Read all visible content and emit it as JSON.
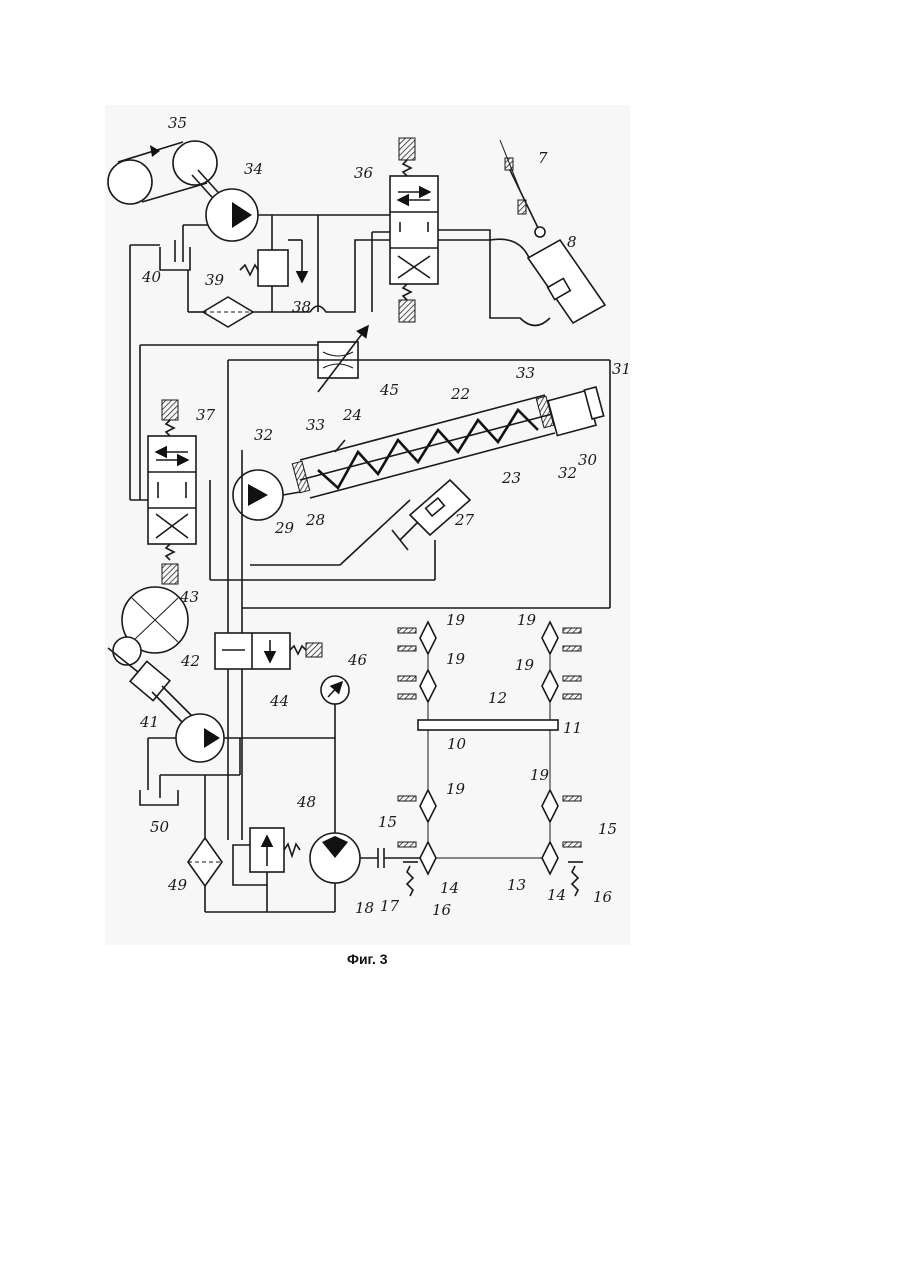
{
  "figure": {
    "caption": "Фиг. 3",
    "labels": {
      "l7": "7",
      "l8": "8",
      "l10": "10",
      "l11": "11",
      "l12": "12",
      "l13": "13",
      "l14a": "14",
      "l14b": "14",
      "l15a": "15",
      "l15b": "15",
      "l16a": "16",
      "l16b": "16",
      "l17": "17",
      "l18": "18",
      "l19a": "19",
      "l19b": "19",
      "l19c": "19",
      "l19d": "19",
      "l19e": "19",
      "l19f": "19",
      "l22": "22",
      "l23": "23",
      "l24": "24",
      "l27": "27",
      "l28": "28",
      "l29": "29",
      "l30": "30",
      "l31": "31",
      "l32a": "32",
      "l32b": "32",
      "l33a": "33",
      "l33b": "33",
      "l34": "34",
      "l35": "35",
      "l36": "36",
      "l37": "37",
      "l38": "38",
      "l39": "39",
      "l40": "40",
      "l41": "41",
      "l42": "42",
      "l43": "43",
      "l44": "44",
      "l45": "45",
      "l46": "46",
      "l48": "48",
      "l49": "49",
      "l50": "50"
    }
  }
}
